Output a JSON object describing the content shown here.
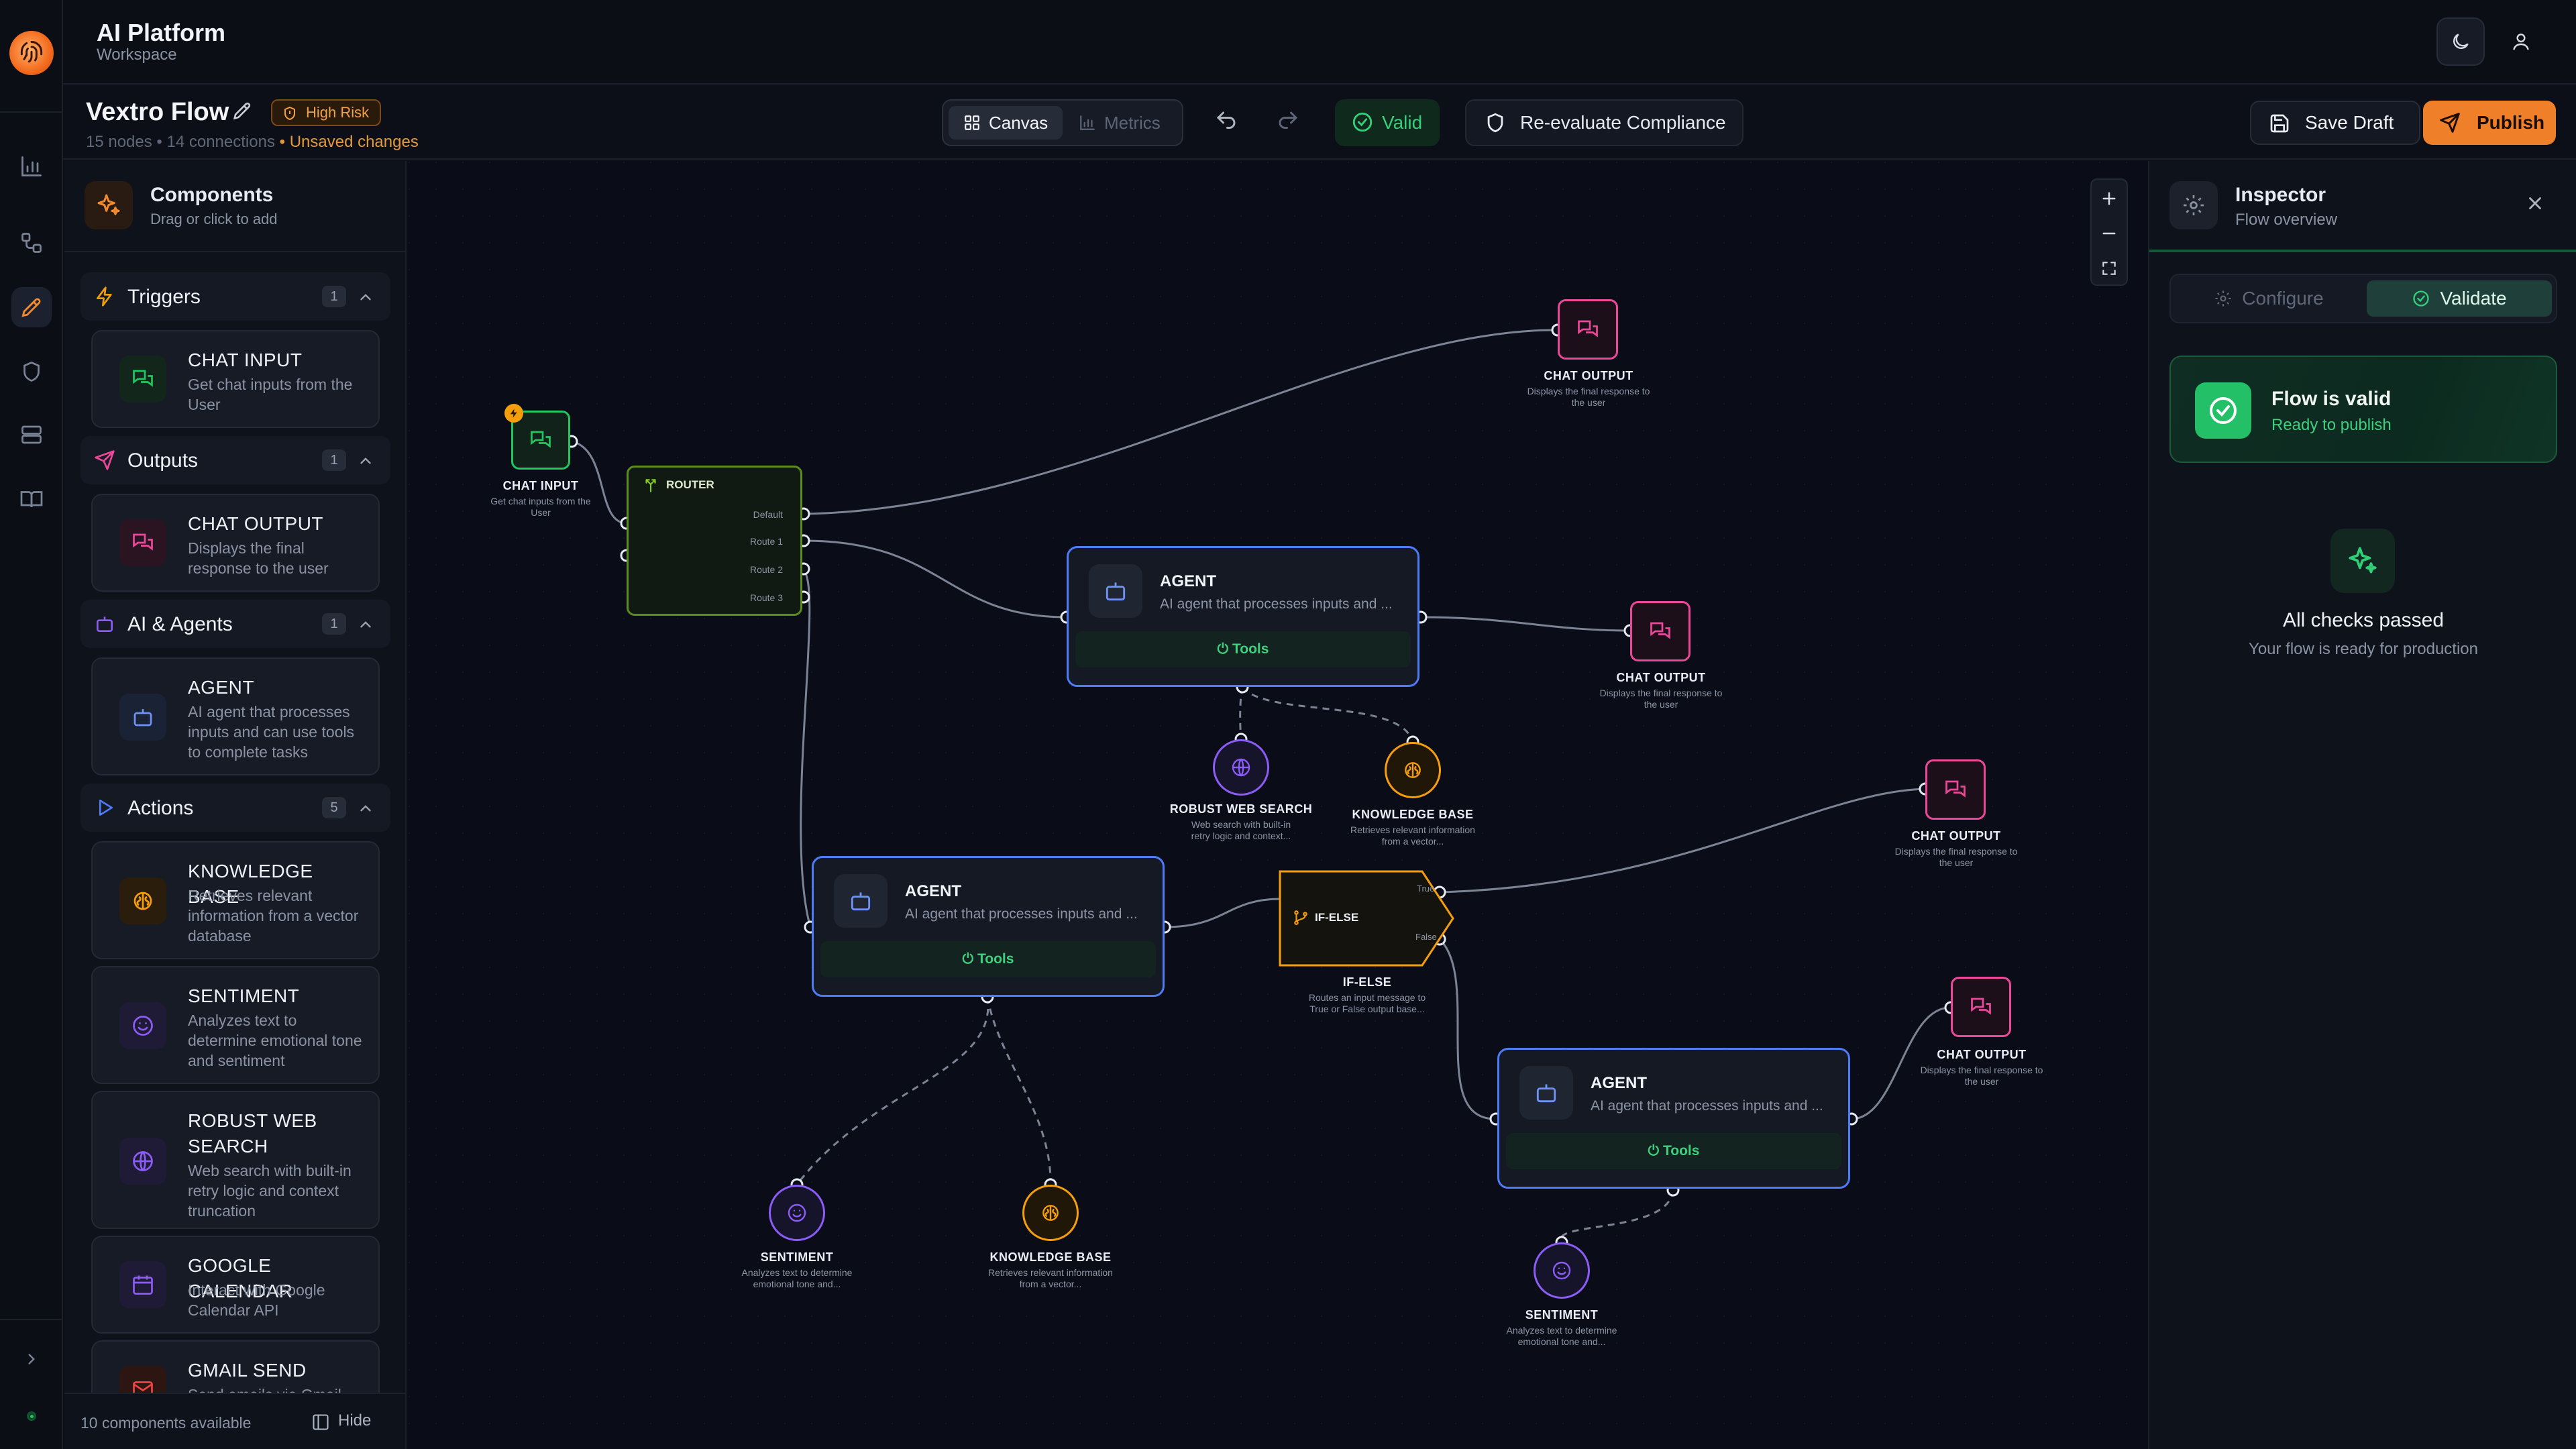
{
  "header": {
    "title": "AI Platform",
    "subtitle": "Workspace"
  },
  "toolbar": {
    "flow_name": "Vextro Flow",
    "risk_badge": "High Risk",
    "meta": "15 nodes • 14 connections",
    "unsaved": "• Unsaved changes",
    "view_canvas": "Canvas",
    "view_metrics": "Metrics",
    "valid_label": "Valid",
    "reevaluate_label": "Re-evaluate Compliance",
    "save_draft_label": "Save Draft",
    "publish_label": "Publish"
  },
  "components": {
    "title": "Components",
    "subtitle": "Drag or click to add",
    "categories": [
      {
        "label": "Triggers",
        "count": "1"
      },
      {
        "label": "Outputs",
        "count": "1"
      },
      {
        "label": "AI & Agents",
        "count": "1"
      },
      {
        "label": "Actions",
        "count": "5"
      }
    ],
    "items": [
      {
        "title": "CHAT INPUT",
        "desc": "Get chat inputs from the User"
      },
      {
        "title": "CHAT OUTPUT",
        "desc": "Displays the final response to the user"
      },
      {
        "title": "AGENT",
        "desc": "AI agent that processes inputs and can use tools to complete tasks"
      },
      {
        "title": "KNOWLEDGE BASE",
        "desc": "Retrieves relevant information from a vector database"
      },
      {
        "title": "SENTIMENT",
        "desc": "Analyzes text to determine emotional tone and sentiment"
      },
      {
        "title": "ROBUST WEB SEARCH",
        "desc": "Web search with built-in retry logic and context truncation"
      },
      {
        "title": "GOOGLE CALENDAR",
        "desc": "Interact with Google Calendar API"
      },
      {
        "title": "GMAIL SEND",
        "desc": "Send emails via Gmail"
      }
    ],
    "footer_count": "10 components available",
    "hide_label": "Hide"
  },
  "canvas": {
    "chat_input": {
      "title": "CHAT INPUT",
      "desc": "Get chat inputs from the User"
    },
    "router": {
      "title": "ROUTER",
      "routes": [
        "Default",
        "Route 1",
        "Route 2",
        "Route 3"
      ]
    },
    "agent_title": "AGENT",
    "agent_desc": "AI agent that processes inputs and ...",
    "tools_label": "Tools",
    "chat_output_title": "CHAT OUTPUT",
    "chat_output_desc": "Displays the final response to the user",
    "web_search": {
      "title": "ROBUST WEB SEARCH",
      "desc": "Web search with built-in retry logic and context..."
    },
    "knowledge_base": {
      "title": "KNOWLEDGE BASE",
      "desc": "Retrieves relevant information from a vector..."
    },
    "sentiment": {
      "title": "SENTIMENT",
      "desc": "Analyzes text to determine emotional tone and..."
    },
    "ifelse": {
      "title": "IF-ELSE",
      "node_label": "IF-ELSE",
      "desc": "Routes an input message to True or False output base...",
      "true_label": "True",
      "false_label": "False"
    }
  },
  "inspector": {
    "title": "Inspector",
    "subtitle": "Flow overview",
    "tab_configure": "Configure",
    "tab_validate": "Validate",
    "status_title": "Flow is valid",
    "status_sub": "Ready to publish",
    "checks_title": "All checks passed",
    "checks_sub": "Your flow is ready for production"
  },
  "colors": {
    "accent": "#f28a2e",
    "valid": "#22c55e",
    "output": "#ec4899",
    "agent": "#4d7cf6",
    "router": "#84cc16"
  }
}
